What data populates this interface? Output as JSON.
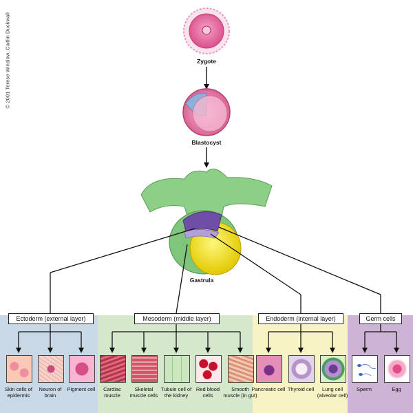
{
  "credit": "© 2001 Terese Winslow, Caitlin Duckwall",
  "stages": {
    "zygote": "Zygote",
    "blastocyst": "Blastocyst",
    "gastrula": "Gastrula"
  },
  "layers": {
    "ectoderm": {
      "label": "Ectoderm (external layer)",
      "color": "#c8d8e6",
      "cells": [
        "Skin cells of epidermis",
        "Neuron of brain",
        "Pigment cell"
      ]
    },
    "mesoderm": {
      "label": "Mesoderm (middle layer)",
      "color": "#d6e8cc",
      "cells": [
        "Cardiac muscle",
        "Skeletal muscle cells",
        "Tubule cell of the kidney",
        "Red blood cells",
        "Smooth muscle (in gut)"
      ]
    },
    "endoderm": {
      "label": "Endoderm (internal layer)",
      "color": "#f8f3c4",
      "cells": [
        "Pancreatic cell",
        "Thyroid cell",
        "Lung cell (alveolar cell)"
      ]
    },
    "germ": {
      "label": "Germ cells",
      "color": "#cdb3d4",
      "cells": [
        "Sperm",
        "Egg"
      ]
    }
  }
}
